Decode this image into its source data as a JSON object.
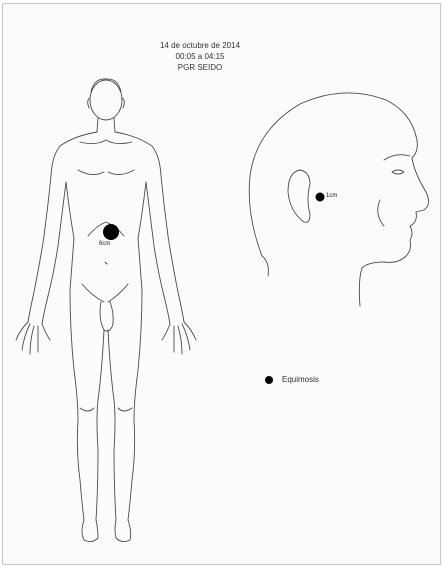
{
  "header": {
    "date": "14 de octubre de 2014",
    "time_range": "00:05 a 04:15",
    "agency": "PGR SEIDO"
  },
  "marks": [
    {
      "location": "abdomen",
      "label": "6cm"
    },
    {
      "location": "head-ear",
      "label": "1cm"
    }
  ],
  "legend": {
    "label": "Equimosis"
  },
  "colors": {
    "line": "#4a4a4a",
    "mark": "#000000",
    "background": "#fbfbfb"
  }
}
